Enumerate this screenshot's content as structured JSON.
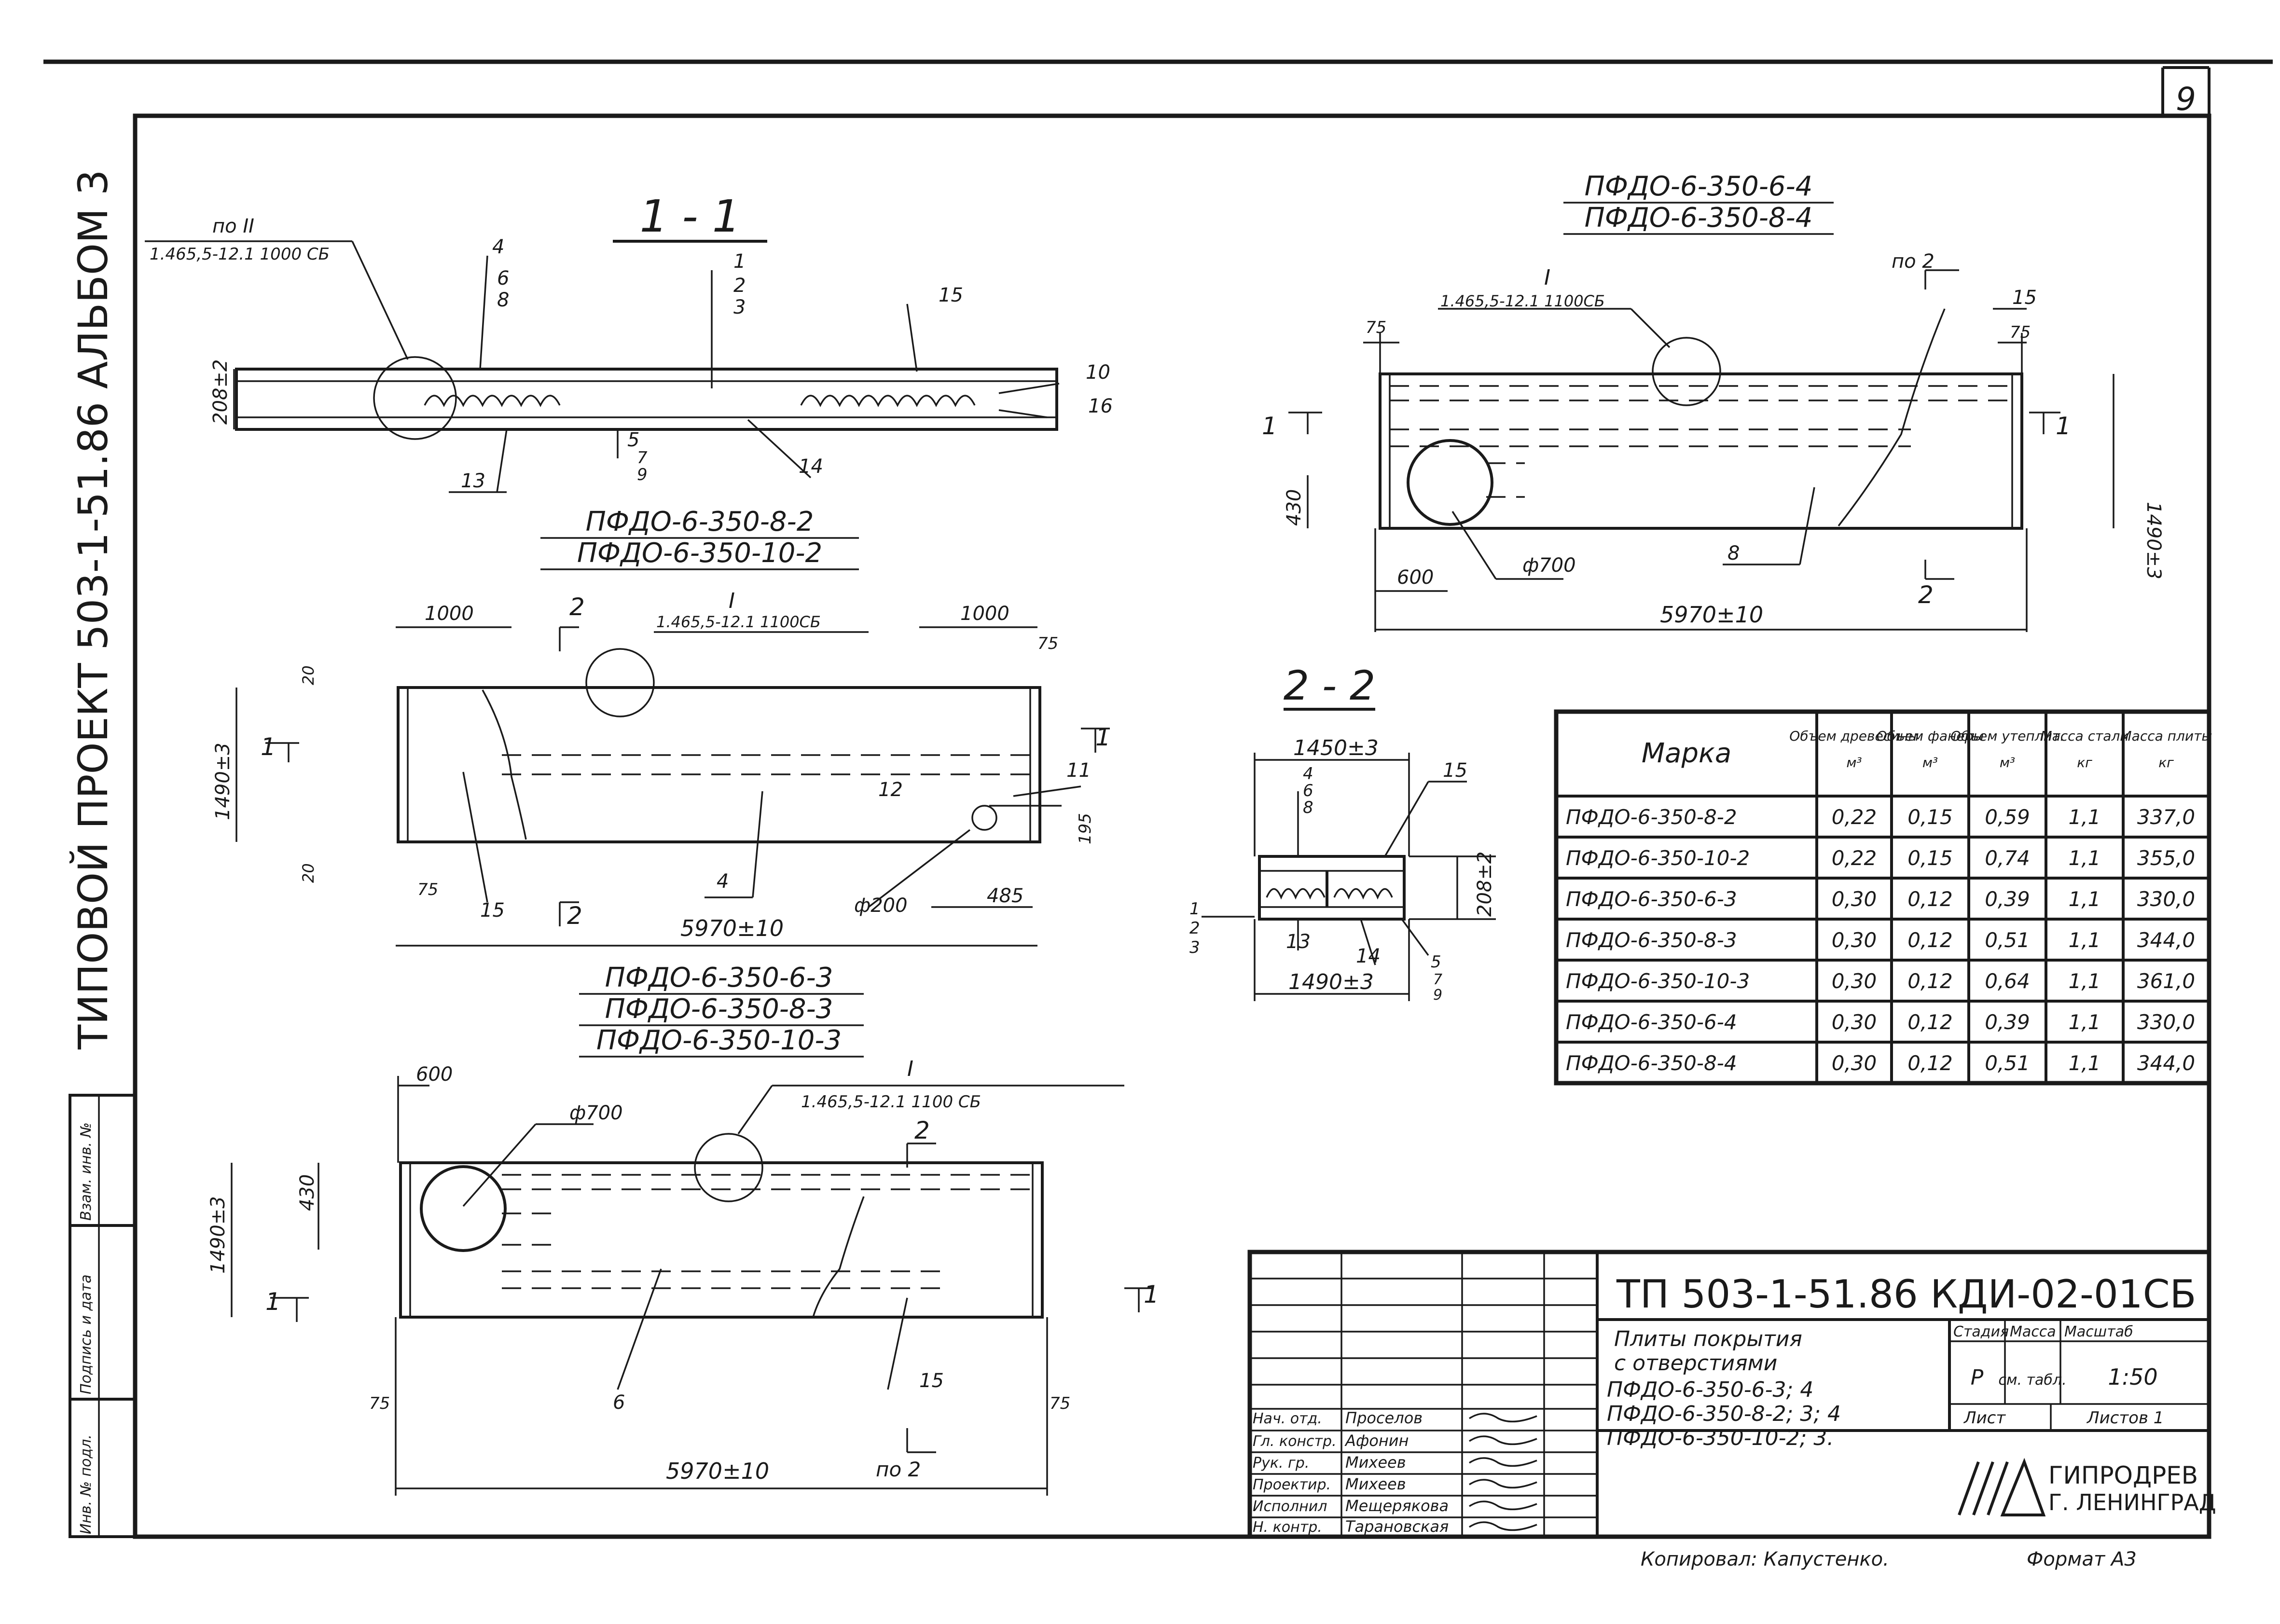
{
  "sheet_number": "9",
  "side_title": "ТИПОВОЙ ПРОЕКТ 503-1-51.86 АЛЬБОМ 3",
  "side_stamp": [
    "Инв. № подл.",
    "Подпись и дата",
    "Взам. инв. №"
  ],
  "section_1_1": {
    "title": "1 - 1",
    "ref_top": "по II",
    "ref_doc": "1.465,5-12.1 1000 СБ",
    "dim_height": "208±2",
    "labels": [
      "4",
      "6",
      "8",
      "1",
      "2",
      "3",
      "15",
      "10",
      "16",
      "13",
      "5",
      "7",
      "9",
      "14"
    ]
  },
  "plan_2": {
    "marks": [
      "ПФДО-6-350-8-2",
      "ПФДО-6-350-10-2"
    ],
    "node_ref": "I",
    "node_doc": "1.465,5-12.1 1100СБ",
    "dims": {
      "left_top": "1000",
      "right_top": "1000",
      "right_edge": "75",
      "height": "1490±3",
      "top_gap": "20",
      "bottom_gap": "20",
      "left_edge": "75",
      "length": "5970±10",
      "hole_offset": "485",
      "hole_y": "195",
      "hole": "ф200"
    },
    "labels": [
      "12",
      "11",
      "4",
      "15"
    ],
    "section_marks": [
      "1",
      "1",
      "2",
      "2"
    ]
  },
  "plan_3": {
    "marks": [
      "ПФДО-6-350-6-3",
      "ПФДО-6-350-8-3",
      "ПФДО-6-350-10-3"
    ],
    "node_ref": "I",
    "node_doc": "1.465,5-12.1 1100 СБ",
    "dims": {
      "hole_x": "600",
      "hole": "ф700",
      "hole_y": "430",
      "height": "1490±3",
      "left_edge": "75",
      "right_edge": "75",
      "length": "5970±10"
    },
    "labels": [
      "6",
      "15"
    ],
    "section_marks": [
      "1",
      "1",
      "2",
      "по 2"
    ]
  },
  "plan_4": {
    "marks": [
      "ПФДО-6-350-6-4",
      "ПФДО-6-350-8-4"
    ],
    "node_ref": "I",
    "node_doc": "1.465,5-12.1 1100СБ",
    "ref_top": "по 2",
    "dims": {
      "left_edge": "75",
      "right_edge": "75",
      "hole_y": "430",
      "hole_x": "600",
      "hole": "ф700",
      "height": "1490±3",
      "length": "5970±10"
    },
    "labels": [
      "15",
      "8"
    ],
    "section_marks": [
      "1",
      "1",
      "2"
    ]
  },
  "section_2_2": {
    "title": "2 - 2",
    "dims": {
      "top_width": "1450±3",
      "height": "208±2",
      "bottom_width": "1490±3"
    },
    "labels": [
      "4",
      "6",
      "8",
      "15",
      "1",
      "2",
      "3",
      "13",
      "14",
      "5",
      "7",
      "9"
    ]
  },
  "spec_table": {
    "headers": [
      "Марка",
      "Объем древесины м³",
      "Объем фанеры м³",
      "Объем утеплит. м³",
      "Масса стали кг",
      "Масса плиты кг"
    ],
    "rows": [
      [
        "ПФДО-6-350-8-2",
        "0,22",
        "0,15",
        "0,59",
        "1,1",
        "337,0"
      ],
      [
        "ПФДО-6-350-10-2",
        "0,22",
        "0,15",
        "0,74",
        "1,1",
        "355,0"
      ],
      [
        "ПФДО-6-350-6-3",
        "0,30",
        "0,12",
        "0,39",
        "1,1",
        "330,0"
      ],
      [
        "ПФДО-6-350-8-3",
        "0,30",
        "0,12",
        "0,51",
        "1,1",
        "344,0"
      ],
      [
        "ПФДО-6-350-10-3",
        "0,30",
        "0,12",
        "0,64",
        "1,1",
        "361,0"
      ],
      [
        "ПФДО-6-350-6-4",
        "0,30",
        "0,12",
        "0,39",
        "1,1",
        "330,0"
      ],
      [
        "ПФДО-6-350-8-4",
        "0,30",
        "0,12",
        "0,51",
        "1,1",
        "344,0"
      ]
    ]
  },
  "title_block": {
    "code": "ТП 503-1-51.86 КДИ-02-01СБ",
    "description": [
      "Плиты покрытия",
      "с отверстиями",
      "ПФДО-6-350-6-3; 4",
      "ПФДО-6-350-8-2; 3; 4",
      "ПФДО-6-350-10-2; 3."
    ],
    "stage_label": "Стадия",
    "mass_label": "Масса",
    "scale_label": "Масштаб",
    "stage": "Р",
    "mass": "см. табл.",
    "scale": "1:50",
    "sheet_label": "Лист",
    "sheets_label": "Листов 1",
    "org": [
      "ГИПРОДРЕВ",
      "Г. ЛЕНИНГРАД"
    ],
    "people": [
      {
        "role": "Нач. отд.",
        "name": "Проселов"
      },
      {
        "role": "Гл. констр.",
        "name": "Афонин"
      },
      {
        "role": "Рук. гр.",
        "name": "Михеев"
      },
      {
        "role": "Проектир.",
        "name": "Михеев"
      },
      {
        "role": "Исполнил",
        "name": "Мещерякова"
      },
      {
        "role": "Н. контр.",
        "name": "Тарановская"
      }
    ]
  },
  "footer": {
    "copied": "Копировал: Капустенко.",
    "format": "Формат А3"
  }
}
